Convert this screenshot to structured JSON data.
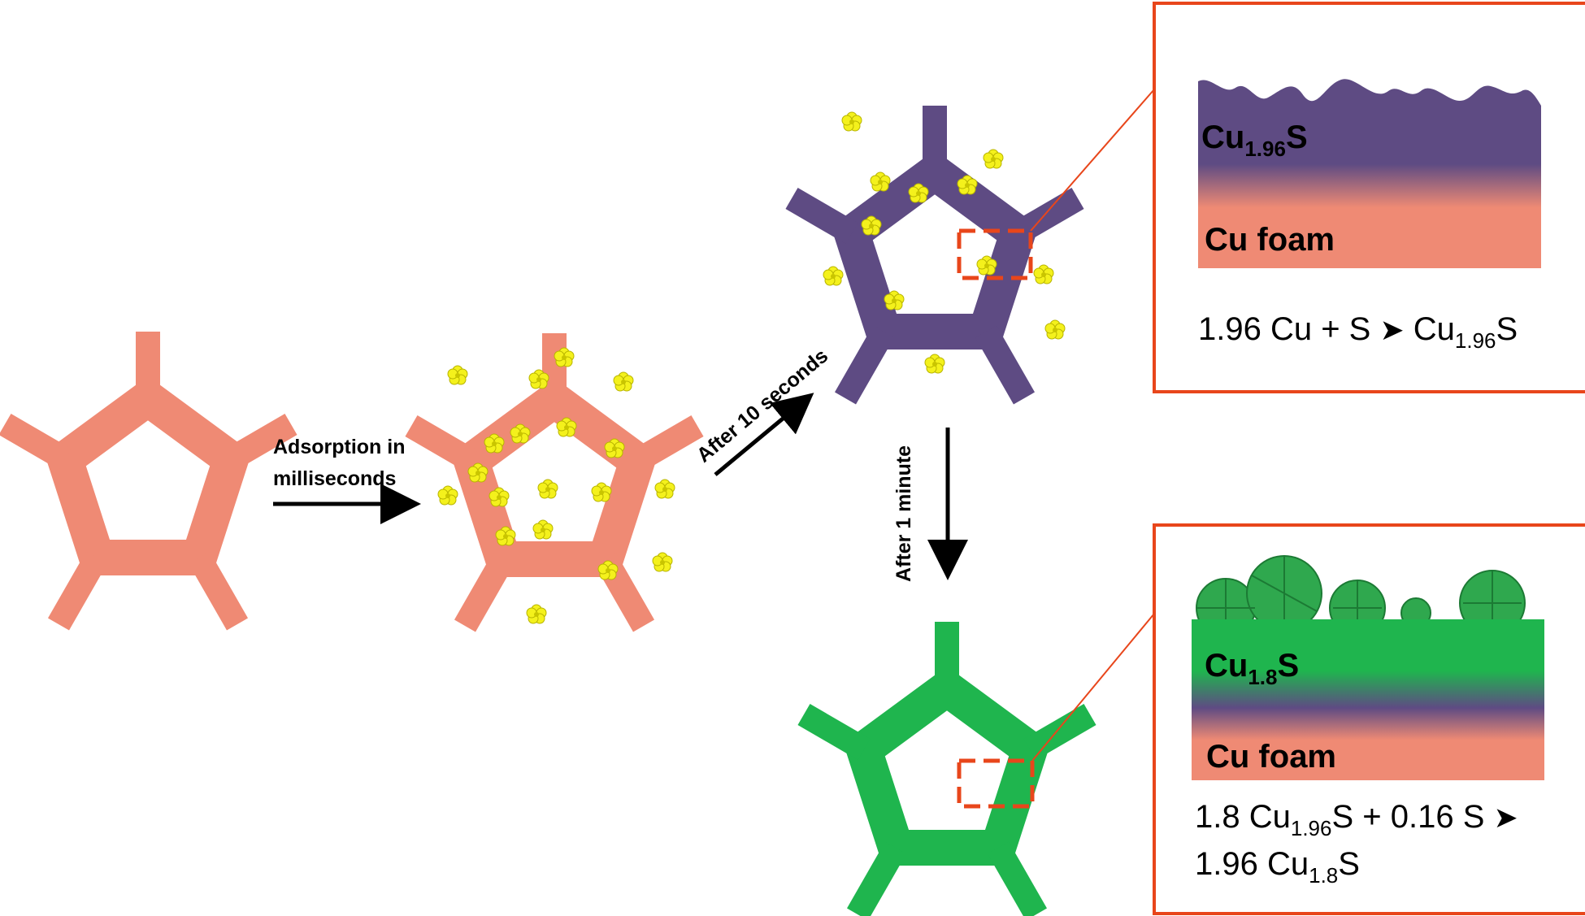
{
  "arrows": {
    "adsorption_line1": "Adsorption in",
    "adsorption_line2": "milliseconds",
    "after_10_seconds": "After 10 seconds",
    "after_1_minute": "After 1 minute"
  },
  "panel_top": {
    "layer_label_base": "Cu",
    "layer_label_sub": "1.96",
    "layer_label_tail": "S",
    "foam_label": "Cu foam",
    "equation": {
      "lhs": "1.96 Cu + S ",
      "arrow": "➤",
      "rhs_base": " Cu",
      "rhs_sub": "1.96",
      "rhs_tail": "S"
    }
  },
  "panel_bottom": {
    "layer_label_base": "Cu",
    "layer_label_sub": "1.8",
    "layer_label_tail": "S",
    "foam_label": "Cu foam",
    "equation": {
      "line1_a": "1.8 Cu",
      "line1_sub": "1.96",
      "line1_b": "S  + 0.16 S ",
      "line1_arrow": "➤",
      "line2_a": "1.96 Cu",
      "line2_sub": "1.8",
      "line2_b": "S"
    }
  },
  "colors": {
    "cu_foam": "#ef8a74",
    "cu196s": "#5e4b83",
    "cu18s": "#1fb54e",
    "sulfur": "#f4f11c",
    "highlight": "#e8461b"
  }
}
